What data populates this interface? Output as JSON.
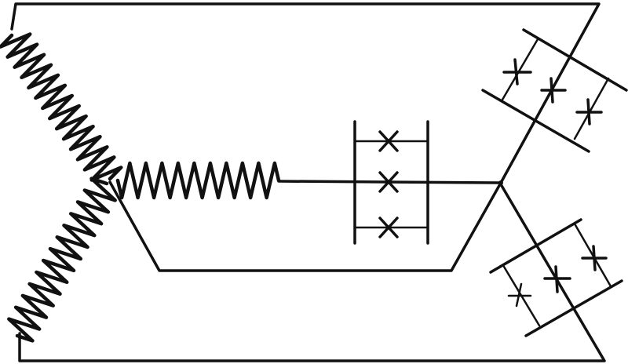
{
  "diagram": {
    "colors": {
      "ink": "#111111",
      "background": "#ffffff"
    },
    "components": [
      {
        "type": "coil",
        "name": "upper-left-winding"
      },
      {
        "type": "coil",
        "name": "lower-left-winding"
      },
      {
        "type": "coil",
        "name": "middle-winding"
      },
      {
        "type": "lamp-bank",
        "name": "center-lamp-bank",
        "lamps": 3
      },
      {
        "type": "lamp-bank",
        "name": "upper-right-lamp-bank",
        "lamps": 3
      },
      {
        "type": "lamp-bank",
        "name": "lower-right-lamp-bank",
        "lamps": 3
      }
    ]
  }
}
